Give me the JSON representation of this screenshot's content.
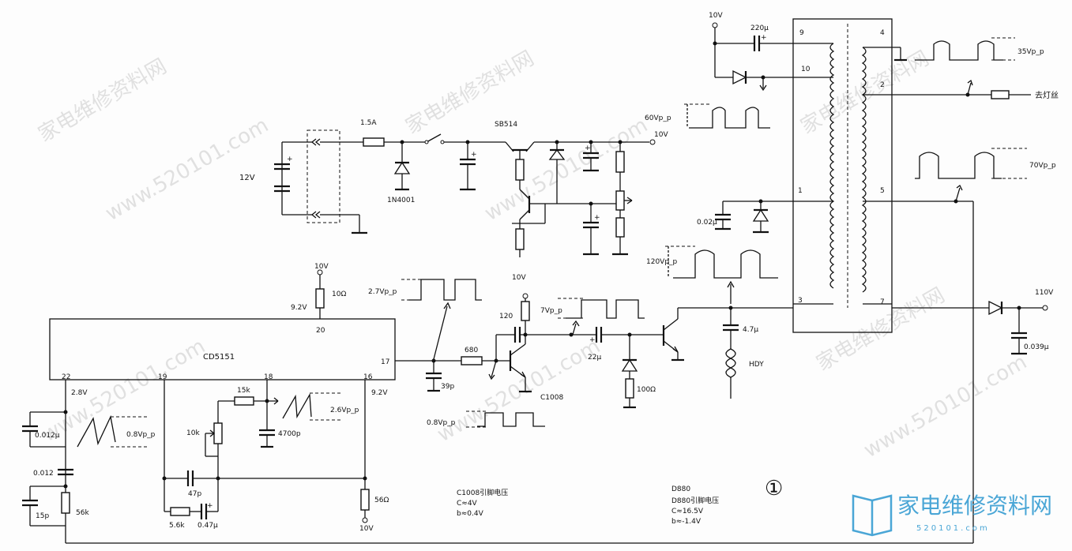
{
  "labels": {
    "v12": "12V",
    "fuse": "1.5A",
    "diode_in": "1N4001",
    "reg_ic": "SB514",
    "v10_reg": "10V",
    "v10_a": "10V",
    "v10_b": "10V",
    "v10_c": "10V",
    "v10_d": "10V",
    "c220": "220μ",
    "c002": "0.02μ",
    "wave60": "60Vp_p",
    "wave120": "120Vp_p",
    "wave35": "35Vp_p",
    "wave70": "70Vp_p",
    "lamp": "去灯丝",
    "v110": "110V",
    "c0039": "0.039μ",
    "c47u": "4.7μ",
    "hdy": "HDY",
    "r10": "10Ω",
    "v92a": "9.2V",
    "v92b": "9.2V",
    "ic": "CD5151",
    "pin20": "20",
    "pin22": "22",
    "pin19": "19",
    "pin18": "18",
    "pin16": "16",
    "pin17": "17",
    "v28": "2.8V",
    "c0012u": "0.012μ",
    "wave08a": "0.8Vp_p",
    "c0012": "0.012",
    "c15p": "15p",
    "r56k": "56k",
    "r15k": "15k",
    "r10k": "10k",
    "c4700": "4700p",
    "wave26": "2.6Vp_p",
    "c47p": "47p",
    "r58k": "5.6k",
    "c047": "0.47μ",
    "r56": "56Ω",
    "wave27": "2.7Vp_p",
    "r680": "680",
    "c39p": "39p",
    "wave08b": "0.8Vp_p",
    "c120": "120",
    "wave7": "7Vp_p",
    "c22u": "22μ",
    "r100": "100Ω",
    "q1": "C1008",
    "note1_t": "C1008引脚电压",
    "note1_c": "C≈4V",
    "note1_b": "b≈0.4V",
    "note2_m": "D880",
    "note2_t": "D880引脚电压",
    "note2_c": "C≈16.5V",
    "note2_b": "b≈-1.4V",
    "fig": "①",
    "t9": "9",
    "t10": "10",
    "t1": "1",
    "t3": "3",
    "t4": "4",
    "t2": "2",
    "t5": "5",
    "t7": "7",
    "wm1": "家电维修资料网",
    "wm2": "www.520101.com",
    "logo": "家电维修资料网",
    "logo_url": "520101.com"
  }
}
